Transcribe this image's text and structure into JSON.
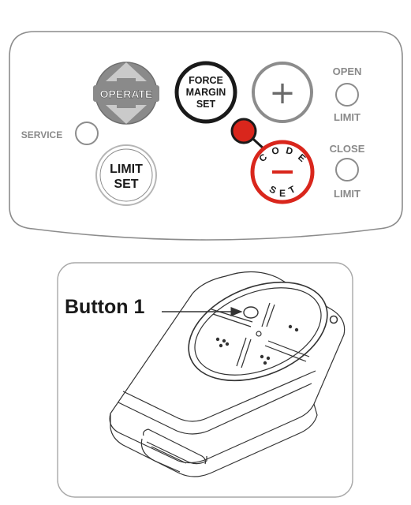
{
  "panel": {
    "operate_label": "OPERATE",
    "force_margin_set": {
      "line1": "FORCE",
      "line2": "MARGIN",
      "line3": "SET"
    },
    "plus_glyph": "+",
    "open_label": "OPEN",
    "open_limit_label": "LIMIT",
    "service_label": "SERVICE",
    "limit_set": {
      "line1": "LIMIT",
      "line2": "SET"
    },
    "code_set": {
      "code_letters": [
        "C",
        "O",
        "D",
        "E"
      ],
      "set_letters": [
        "S",
        "E",
        "T"
      ],
      "minus_glyph": "—"
    },
    "close_label": "CLOSE",
    "close_limit_label": "LIMIT",
    "colors": {
      "accent_red": "#d9261c",
      "operate_gray": "#8a8a8a"
    }
  },
  "remote": {
    "callout_label": "Button 1"
  }
}
